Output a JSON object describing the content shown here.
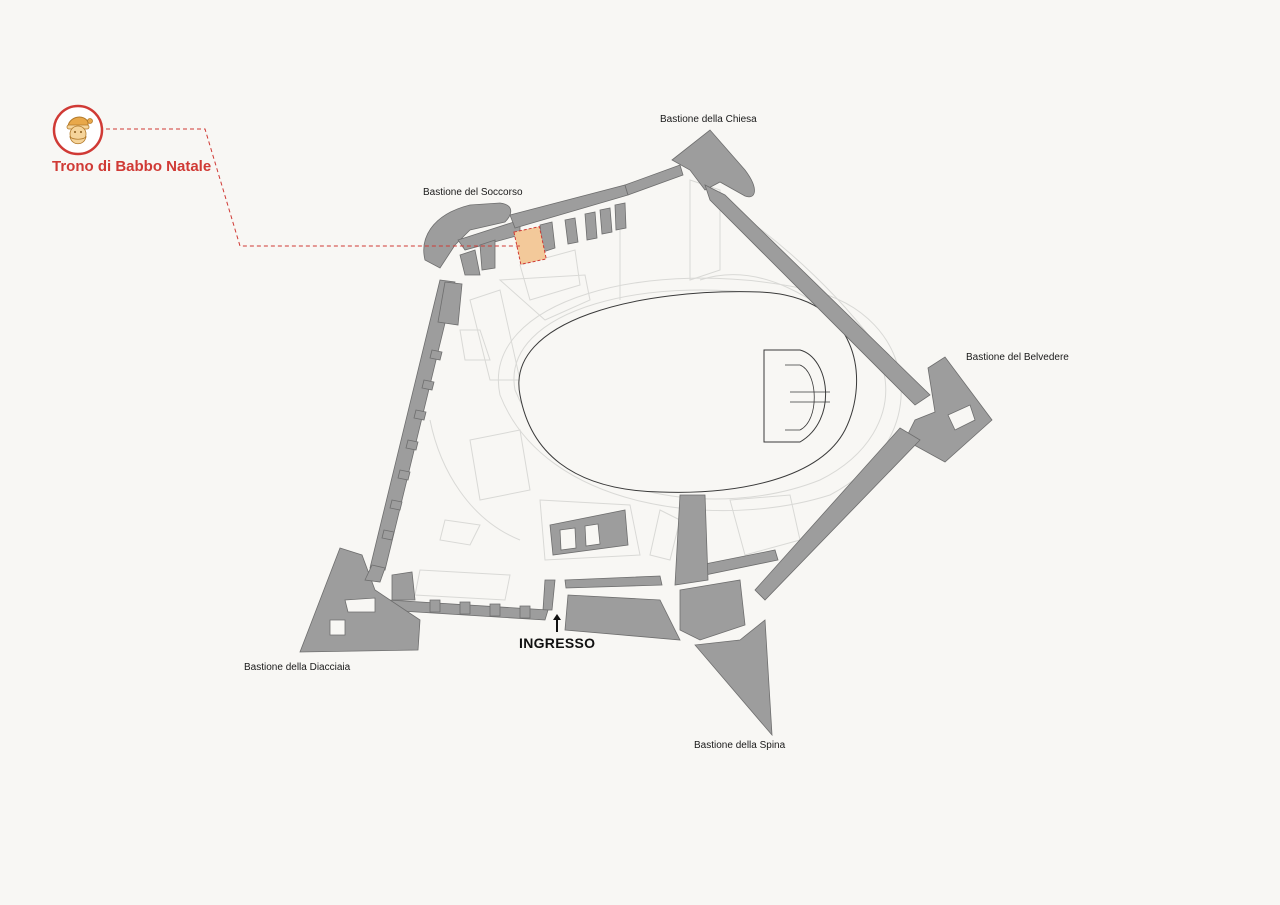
{
  "poi": {
    "title": "Trono di Babbo Natale",
    "icon": "santa-claus-icon",
    "accent_color": "#d03a35",
    "highlight_color": "#f3c99a"
  },
  "entrance": {
    "label": "INGRESSO"
  },
  "bastions": {
    "chiesa": "Bastione della Chiesa",
    "soccorso": "Bastione del Soccorso",
    "belvedere": "Bastione del Belvedere",
    "diacciaia": "Bastione della Diacciaia",
    "spina": "Bastione della Spina"
  },
  "colors": {
    "background": "#f8f7f4",
    "wall": "#9d9d9d",
    "wall_stroke": "#6e6e6e",
    "faint_line": "#d9d9d6"
  }
}
